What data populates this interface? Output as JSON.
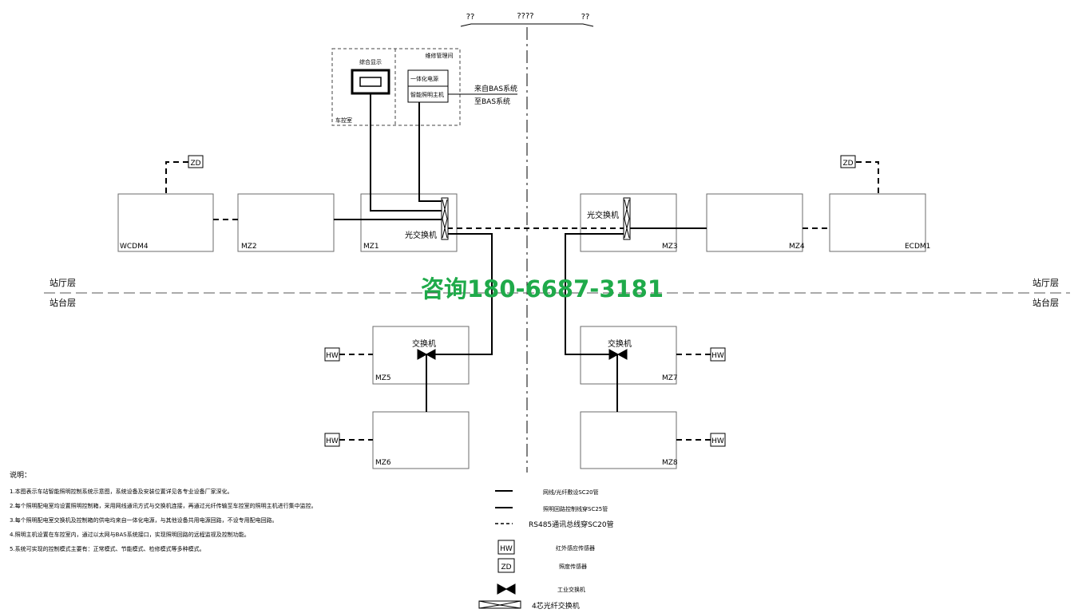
{
  "header": {
    "left": "??",
    "center": "????",
    "right": "??"
  },
  "watermark": "咨询180-6687-3181",
  "floors": {
    "hall_left": "站厅层",
    "platform_left": "站台层",
    "hall_right": "站厅层",
    "platform_right": "站台层"
  },
  "control_room": {
    "title": "车控室",
    "display_label": "综合显示",
    "maint_label": "维修管理间",
    "item1": "一体化电源",
    "item2": "智能照明主机",
    "bas_line1": "来自BAS系统",
    "bas_line2": "至BAS系统"
  },
  "boxes": {
    "wcdm4": "WCDM4",
    "mz2": "MZ2",
    "mz1": "MZ1",
    "mz3": "MZ3",
    "mz4": "MZ4",
    "ecdm1": "ECDM1",
    "mz5": "MZ5",
    "mz6": "MZ6",
    "mz7": "MZ7",
    "mz8": "MZ8"
  },
  "switches": {
    "optical_left": "光交换机",
    "optical_right": "光交换机",
    "switch_left": "交换机",
    "switch_right": "交换机"
  },
  "sensors": {
    "zd_left": "ZD",
    "zd_right": "ZD",
    "hw_mz5": "HW",
    "hw_mz6": "HW",
    "hw_mz7": "HW",
    "hw_mz8": "HW"
  },
  "notes": {
    "title": "说明：",
    "items": [
      "1.本图表示车站智能照明控制系统示意图，系统设备及安装位置详见各专业设备厂家深化。",
      "2.每个照明配电室均设置照明控制箱，采用网线通讯方式与交换机连接，再通过光纤传输至车控室的照明主机进行集中监控。",
      "3.每个照明配电室交换机及控制箱的供电均来自一体化电源，与其他设备共用电源回路，不设专用配电回路。",
      "4.照明主机设置在车控室内，通过以太网与BAS系统接口，实现照明回路的远程监视及控制功能。",
      "5.系统可实现的控制模式主要有：正常模式、节能模式、检修模式等多种模式。"
    ]
  },
  "legend": {
    "item1": "网线/光纤敷设SC20管",
    "item2": "照明回路控制线穿SC25管",
    "item3": "RS485通讯总线穿SC20管",
    "hw_symbol": "HW",
    "hw_desc": "红外感应传感器",
    "zd_symbol": "ZD",
    "zd_desc": "照度传感器",
    "switch_desc": "工业交换机",
    "optical_desc": "4芯光纤交换机"
  }
}
